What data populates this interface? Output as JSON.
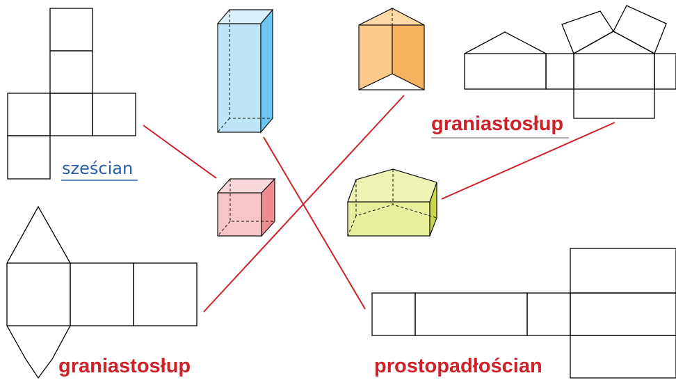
{
  "labels": {
    "cube_label": "sześcian",
    "triangular_prism_label": "graniastosłup",
    "pentagonal_prism_label": "graniastosłup",
    "cuboid_label": "prostopadłościan"
  },
  "colors": {
    "match_line": "#cc2229",
    "label_red": "#cc2229",
    "label_blue": "#2a5ea8",
    "cuboid_fill": "#bfe6f8",
    "cuboid_side": "#6cc6ef",
    "cube_fill": "#f7c4c8",
    "cube_side": "#ee8a92",
    "triangular_prism_fill": "#fbc98a",
    "pentagonal_prism_fill": "#e8ef9c"
  },
  "matches": [
    {
      "net": "cube-net",
      "solid": "cube-solid"
    },
    {
      "net": "triangular-prism-net",
      "solid": "triangular-prism-solid"
    },
    {
      "net": "pentagonal-prism-net",
      "solid": "pentagonal-prism-solid"
    },
    {
      "net": "cuboid-net",
      "solid": "tall-cuboid-solid"
    }
  ]
}
